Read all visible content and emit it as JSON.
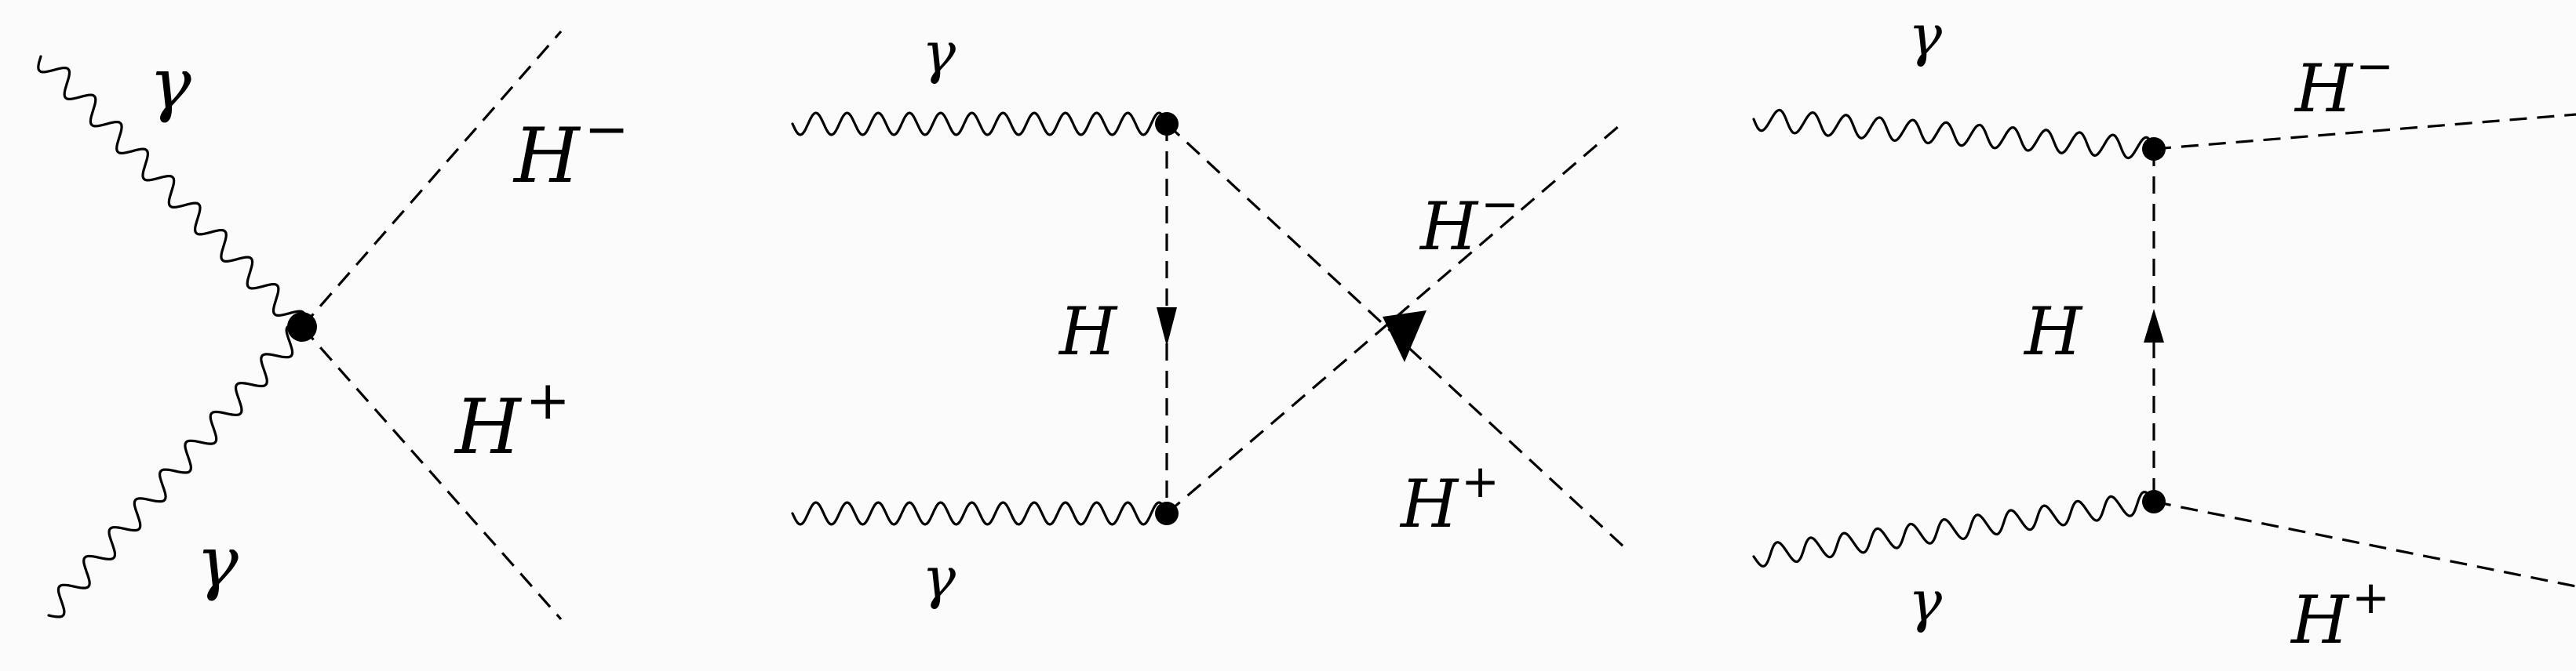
{
  "diagrams": [
    {
      "gamma_top": "γ",
      "gamma_bottom": "γ",
      "h_minus": "H",
      "h_minus_sign": "−",
      "h_plus": "H",
      "h_plus_sign": "+"
    },
    {
      "gamma_top": "γ",
      "gamma_bottom": "γ",
      "h_prop": "H",
      "h_minus": "H",
      "h_minus_sign": "−",
      "h_plus": "H",
      "h_plus_sign": "+"
    },
    {
      "gamma_top": "γ",
      "gamma_bottom": "γ",
      "h_prop": "H",
      "h_minus": "H",
      "h_minus_sign": "−",
      "h_plus": "H",
      "h_plus_sign": "+"
    }
  ]
}
